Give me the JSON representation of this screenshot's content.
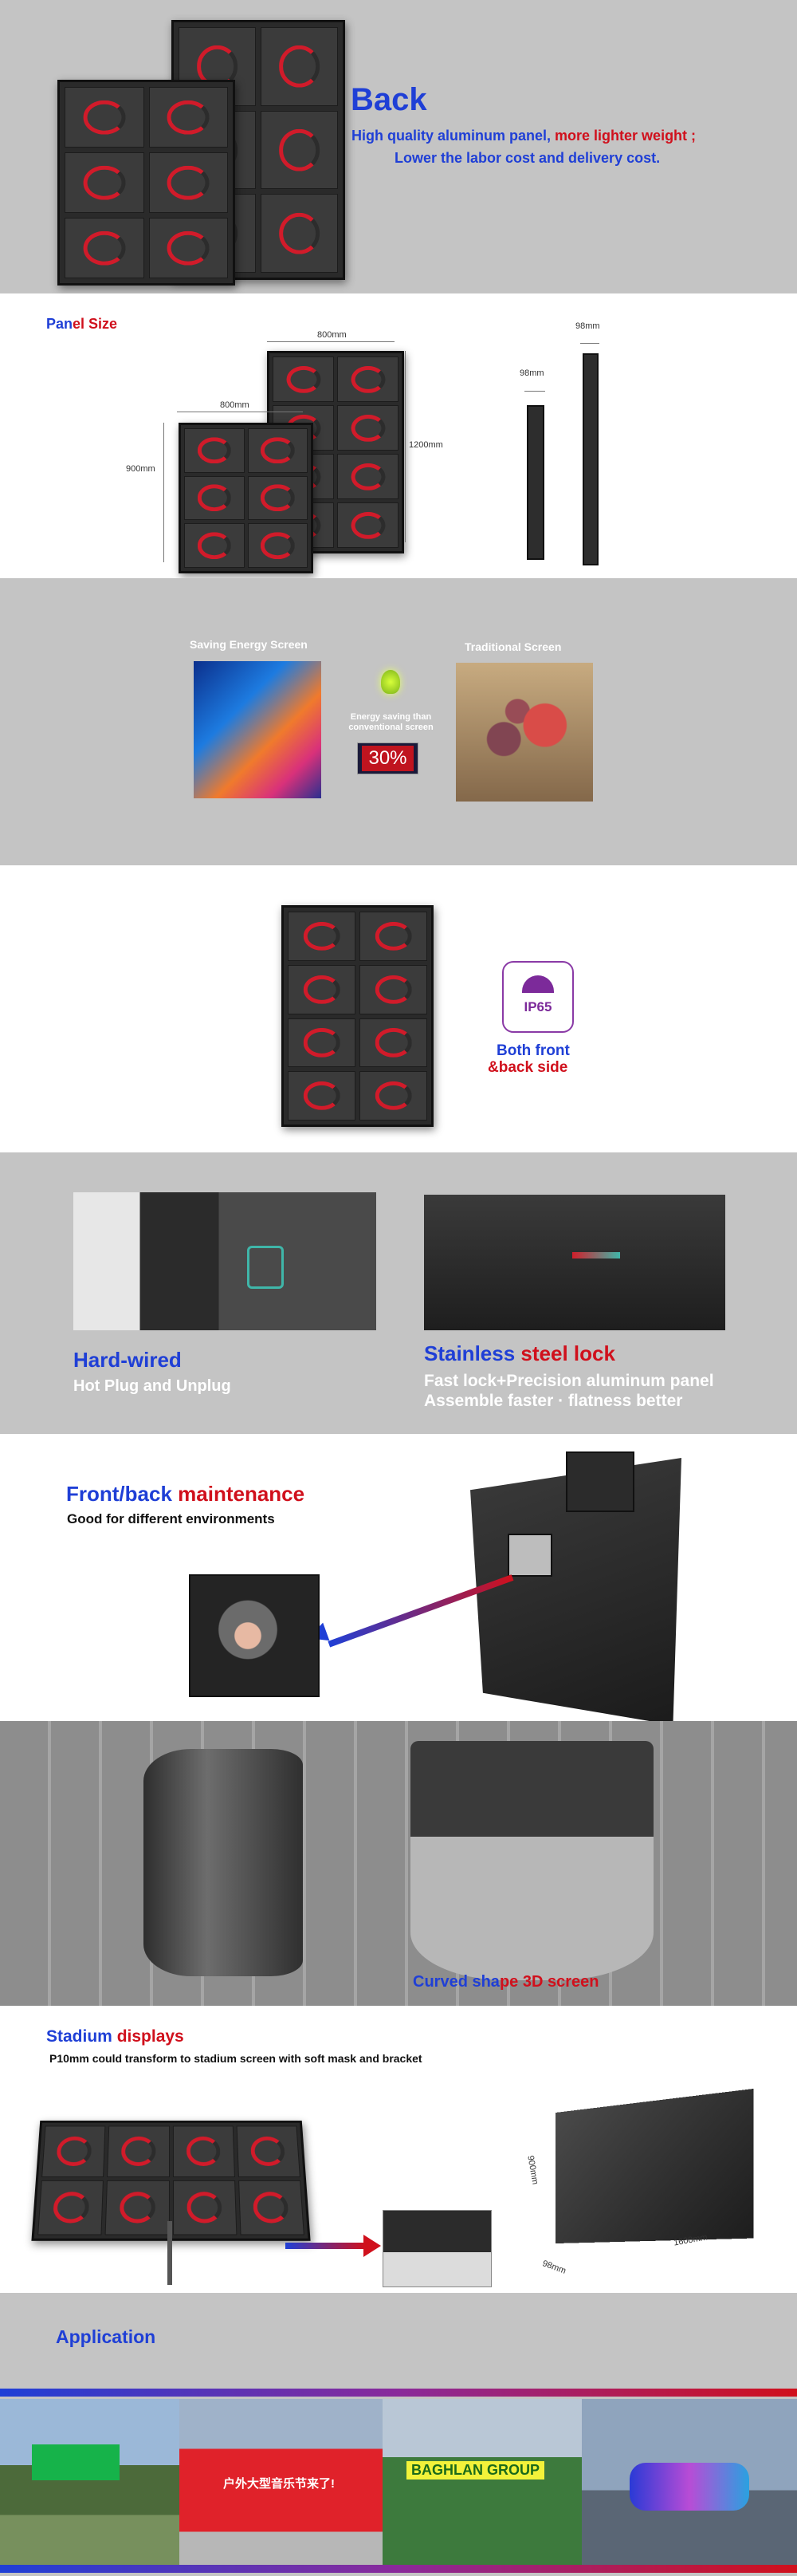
{
  "back": {
    "title": "Back",
    "line1_blue": "High quality aluminum panel,",
    "line1_red": " more lighter weight ;",
    "line2": "Lower the labor cost and delivery cost."
  },
  "panel_size": {
    "title_blue": "Pan",
    "title_red": "el Size",
    "dims": {
      "width_top": "800mm",
      "width_front": "800mm",
      "height_tall": "1200mm",
      "height_short": "900mm",
      "depth_a": "98mm",
      "depth_b": "98mm"
    }
  },
  "energy": {
    "saving_label": "Saving Energy Screen",
    "traditional_label": "Traditional Screen",
    "caption": "Energy saving than conventional screen",
    "percent": "30%"
  },
  "ip65": {
    "badge": "IP65",
    "line1": "Both front",
    "line2": "&back side"
  },
  "hardwired": {
    "title": "Hard-wired",
    "subtitle": "Hot Plug and Unplug",
    "lock_title_blue": "Stainless ",
    "lock_title_red": "steel lock",
    "lock_line1": "Fast lock+Precision aluminum panel",
    "lock_line2": "Assemble faster · flatness better"
  },
  "maintenance": {
    "title_blue": "Front/back ",
    "title_red": "maintenance",
    "subtitle": "Good for different environments"
  },
  "curved": {
    "caption_blue": "Curved sha",
    "caption_red": "pe 3D screen"
  },
  "stadium": {
    "title_blue": "Stadium ",
    "title_red": "displays",
    "subtitle": "P10mm could transform to stadium screen with soft mask and bracket",
    "dim_height": "900mm",
    "dim_width": "1600mm",
    "dim_depth": "98mm"
  },
  "application": {
    "title": "Application",
    "billboard_text": "户外大型音乐节来了!",
    "sign_text": "BAGHLAN GROUP"
  },
  "colors": {
    "blue": "#1f3fd6",
    "red": "#d0101c",
    "grey_bg": "#c4c4c4"
  }
}
